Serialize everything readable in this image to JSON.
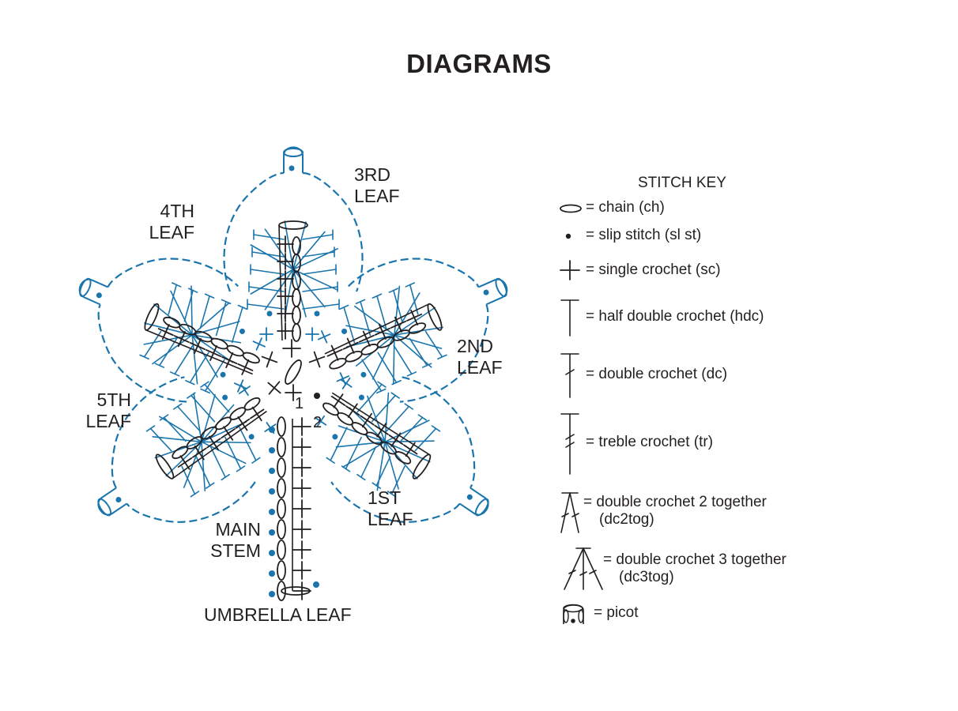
{
  "title": "DIAGRAMS",
  "colors": {
    "ink": "#231f20",
    "blue": "#1a75ad"
  },
  "diagram": {
    "caption": "UMBRELLA LEAF",
    "leaves": [
      {
        "line1": "1ST",
        "line2": "LEAF"
      },
      {
        "line1": "2ND",
        "line2": "LEAF"
      },
      {
        "line1": "3RD",
        "line2": "LEAF"
      },
      {
        "line1": "4TH",
        "line2": "LEAF"
      },
      {
        "line1": "5TH",
        "line2": "LEAF"
      }
    ],
    "stem": {
      "line1": "MAIN",
      "line2": "STEM"
    },
    "row_markers": [
      "1",
      "2"
    ]
  },
  "stitch_key": {
    "title": "STITCH KEY",
    "items": [
      {
        "symbol": "chain-icon",
        "text": "= chain (ch)"
      },
      {
        "symbol": "slip-stitch-icon",
        "text": "= slip stitch (sl st)"
      },
      {
        "symbol": "single-crochet-icon",
        "text": "= single crochet (sc)"
      },
      {
        "symbol": "half-double-crochet-icon",
        "text": "= half double crochet (hdc)"
      },
      {
        "symbol": "double-crochet-icon",
        "text": "= double crochet (dc)"
      },
      {
        "symbol": "treble-crochet-icon",
        "text": "= treble crochet (tr)"
      },
      {
        "symbol": "dc2tog-icon",
        "text": "= double crochet 2 together",
        "text2": "(dc2tog)"
      },
      {
        "symbol": "dc3tog-icon",
        "text": "= double crochet 3 together",
        "text2": "(dc3tog)"
      },
      {
        "symbol": "picot-icon",
        "text": "= picot"
      }
    ]
  }
}
